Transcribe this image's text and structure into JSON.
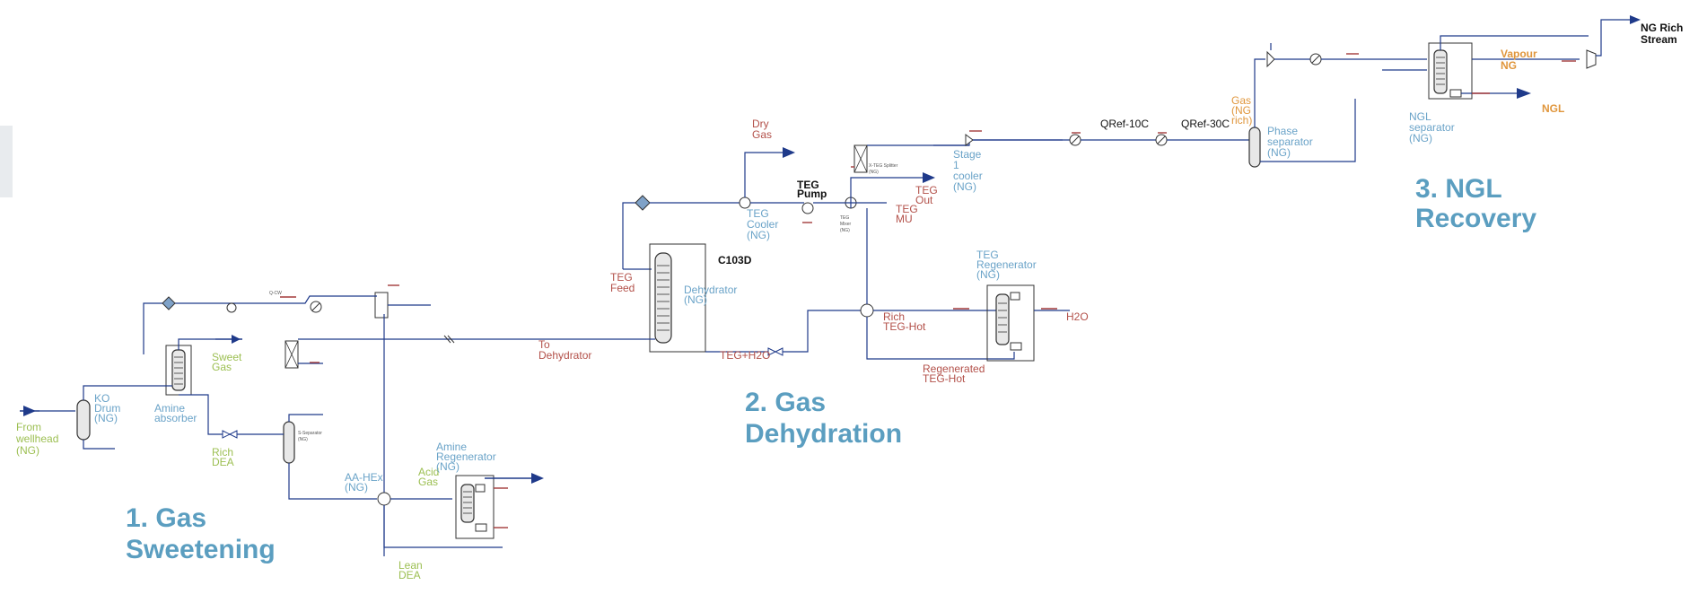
{
  "diagram": {
    "sections": {
      "sweetening": [
        "1. Gas",
        "Sweetening"
      ],
      "dehydration": [
        "2. Gas",
        "Dehydration"
      ],
      "ngl": [
        "3. NGL",
        "Recovery"
      ]
    },
    "labels": {
      "from_wellhead": [
        "From",
        "wellhead",
        "(NG)"
      ],
      "ko_drum": [
        "KO",
        "Drum",
        "(NG)"
      ],
      "amine_absorber": [
        "Amine",
        "absorber"
      ],
      "sweet_gas": [
        "Sweet",
        "Gas"
      ],
      "rich_dea": [
        "Rich",
        "DEA"
      ],
      "aa_hex": [
        "AA-HEx",
        "(NG)"
      ],
      "lean_dea": [
        "Lean",
        "DEA"
      ],
      "acid_gas": [
        "Acid",
        "Gas"
      ],
      "amine_regenerator": [
        "Amine",
        "Regenerator",
        "(NG)"
      ],
      "to_dehydrator": [
        "To",
        "Dehydrator"
      ],
      "teg_feed": [
        "TEG",
        "Feed"
      ],
      "dehydrator": [
        "Dehydrator",
        "(NG)"
      ],
      "c103d": "C103D",
      "teg_cooler": [
        "TEG",
        "Cooler",
        "(NG)"
      ],
      "dry_gas": [
        "Dry",
        "Gas"
      ],
      "teg_pump": [
        "TEG",
        "Pump"
      ],
      "teg_out": [
        "TEG",
        "Out"
      ],
      "teg_mu": [
        "TEG",
        "MU"
      ],
      "teg_h2o": "TEG+H2O",
      "rich_teg_hot": [
        "Rich",
        "TEG-Hot"
      ],
      "regenerated_teg_hot": [
        "Regenerated",
        "TEG-Hot"
      ],
      "teg_regenerator": [
        "TEG",
        "Regenerator",
        "(NG)"
      ],
      "h2o": "H2O",
      "stage1_cooler": [
        "Stage",
        "1",
        "cooler",
        "(NG)"
      ],
      "qref_10c": "QRef-10C",
      "qref_30c": "QRef-30C",
      "gas_ng_rich": [
        "Gas",
        "(NG",
        "rich)"
      ],
      "phase_separator": [
        "Phase",
        "separator",
        "(NG)"
      ],
      "ngl_separator": [
        "NGL",
        "separator",
        "(NG)"
      ],
      "vapour_ng": [
        "Vapour",
        "NG"
      ],
      "ngl": "NGL",
      "ng_rich_stream": [
        "NG Rich",
        "Stream"
      ],
      "q_cw": "Q-CW",
      "teg_splitter": [
        "X-TEG Splitter",
        "(NG)"
      ],
      "teg_mixer": [
        "TEG",
        "Mixer",
        "(NG)"
      ],
      "s_separator": [
        "S-Separator",
        "(NG)"
      ]
    },
    "colors": {
      "green": "#9cbf52",
      "blue": "#6aa3c8",
      "red": "#b3514a",
      "orange": "#e0963c",
      "section": "#5b9ec0",
      "pipe": "#1f3a8a",
      "energy": "#a33a3a"
    }
  }
}
